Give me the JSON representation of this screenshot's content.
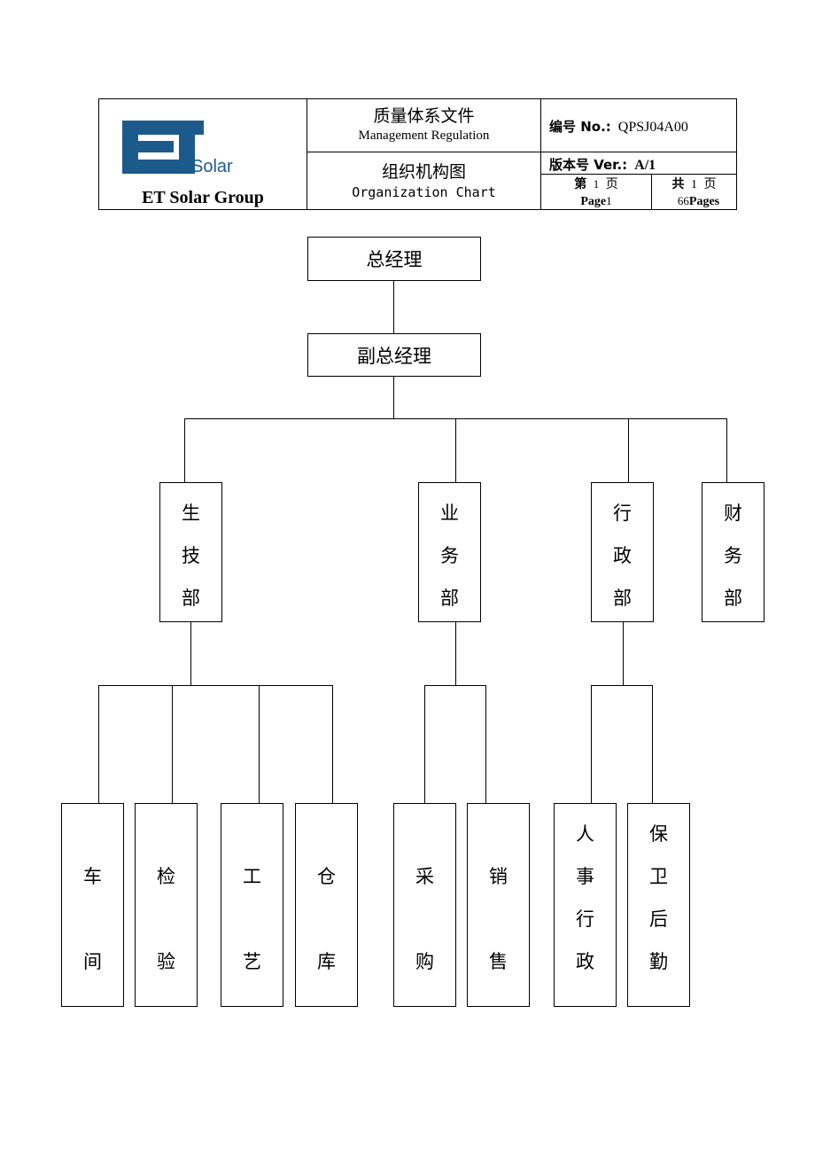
{
  "header": {
    "company": "ET Solar Group",
    "logo_mark": "ET",
    "logo_sub": "Solar",
    "doc_type_zh": "质量体系文件",
    "doc_type_en": "Management Regulation",
    "title_zh": "组织机构图",
    "title_en": "Organization Chart",
    "doc_no_label": "编号 No.:",
    "doc_no_value": "QPSJ04A00",
    "version_label": "版本号 Ver.:",
    "version_value": "A/1",
    "page_zh_label": "第",
    "page_zh_value": "1",
    "page_zh_unit": "页",
    "page_en_label": "Page",
    "page_en_value": "1",
    "total_zh_label": "共",
    "total_zh_value": "1",
    "total_zh_unit": "页",
    "total_en_value": "66",
    "total_en_label": "Pages"
  },
  "org": {
    "general_manager": "总经理",
    "deputy_general_manager": "副总经理",
    "departments": {
      "production_tech": [
        "生",
        "技",
        "部"
      ],
      "business": [
        "业",
        "务",
        "部"
      ],
      "administration": [
        "行",
        "政",
        "部"
      ],
      "finance": [
        "财",
        "务",
        "部"
      ]
    },
    "units": {
      "workshop": [
        "车",
        "间"
      ],
      "inspection": [
        "检",
        "验"
      ],
      "process": [
        "工",
        "艺"
      ],
      "warehouse": [
        "仓",
        "库"
      ],
      "purchasing": [
        "采",
        "购"
      ],
      "sales": [
        "销",
        "售"
      ],
      "hr_admin": [
        "人",
        "事",
        "行",
        "政"
      ],
      "security_logistics": [
        "保",
        "卫",
        "后",
        "勤"
      ]
    }
  },
  "colors": {
    "logo_blue": "#1d5a8c",
    "line": "#000000"
  }
}
